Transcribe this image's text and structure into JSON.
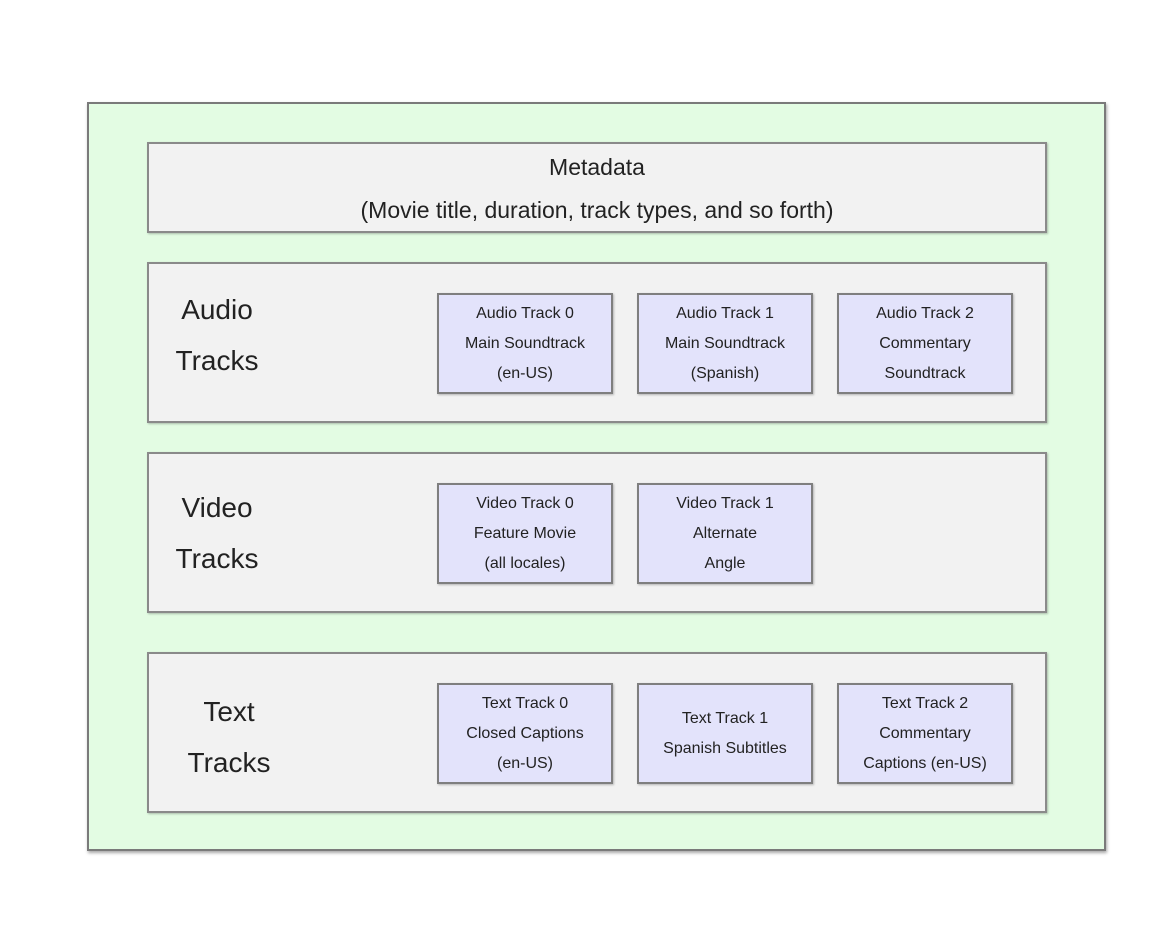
{
  "colors": {
    "container_bg": "#e3fce3",
    "panel_bg": "#f2f2f2",
    "track_bg": "#e3e3fb"
  },
  "metadata": {
    "title": "Metadata",
    "subtitle": "(Movie title, duration, track types, and so forth)"
  },
  "rows": {
    "audio": {
      "label_line1": "Audio",
      "label_line2": "Tracks",
      "tracks": [
        {
          "line1": "Audio Track 0",
          "line2": "Main Soundtrack",
          "line3": "(en-US)"
        },
        {
          "line1": "Audio Track 1",
          "line2": "Main Soundtrack",
          "line3": "(Spanish)"
        },
        {
          "line1": "Audio Track 2",
          "line2": "Commentary",
          "line3": "Soundtrack"
        }
      ]
    },
    "video": {
      "label_line1": "Video",
      "label_line2": "Tracks",
      "tracks": [
        {
          "line1": "Video Track 0",
          "line2": "Feature Movie",
          "line3": "(all locales)"
        },
        {
          "line1": "Video Track 1",
          "line2": "Alternate",
          "line3": "Angle"
        }
      ]
    },
    "text": {
      "label_line1": "Text",
      "label_line2": "Tracks",
      "tracks": [
        {
          "line1": "Text Track  0",
          "line2": "Closed Captions",
          "line3": "(en-US)"
        },
        {
          "line1": "Text Track  1",
          "line2": "Spanish Subtitles"
        },
        {
          "line1": "Text Track  2",
          "line2": "Commentary",
          "line3": "Captions (en-US)"
        }
      ]
    }
  }
}
